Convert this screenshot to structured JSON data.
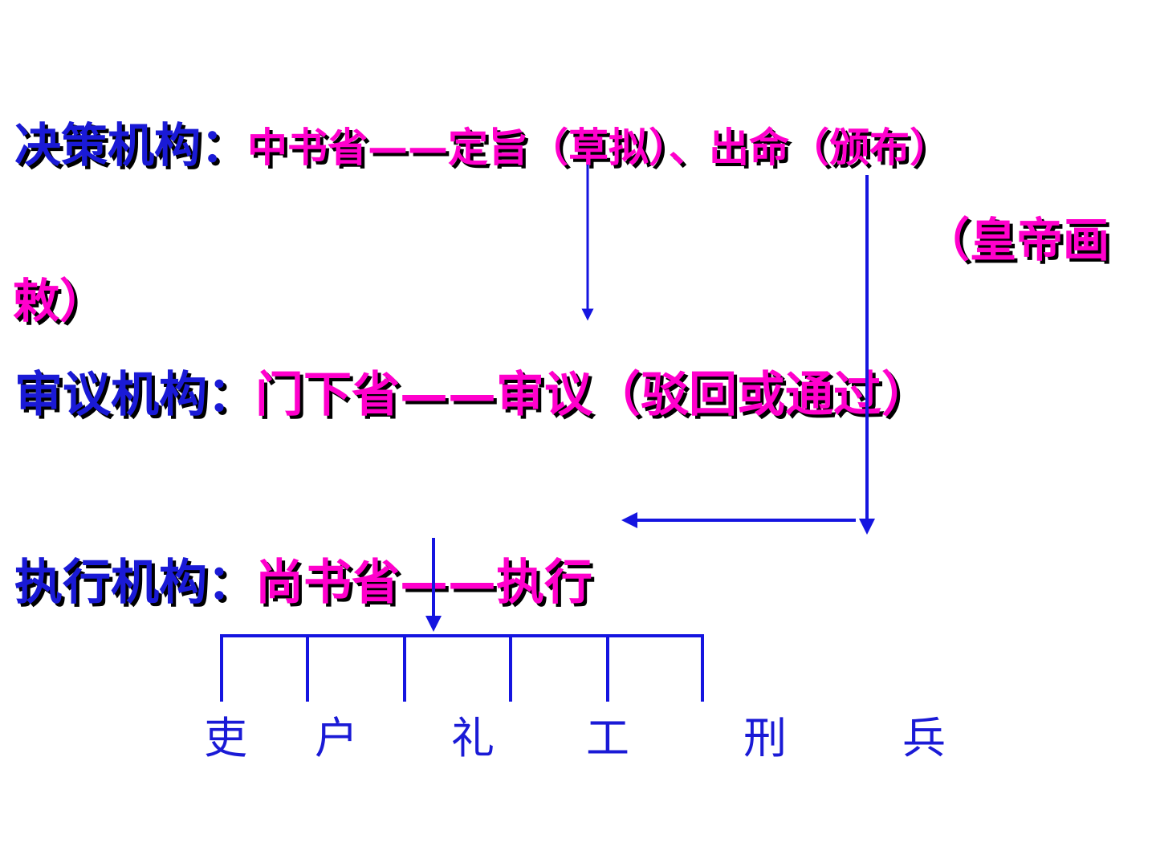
{
  "rows": {
    "decision": {
      "label": "决策机构：",
      "content": "中书省——定旨（草拟）、出命（颁布）"
    },
    "emperor_a": "（皇帝画",
    "emperor_b": "敕）",
    "review": {
      "label": "审议机构：",
      "content": "门下省——审议（驳回或通过）"
    },
    "execute": {
      "label": "执行机构：",
      "content": "尚书省——执行"
    }
  },
  "ministries": [
    "吏",
    "户",
    "礼",
    "工",
    "刑",
    "兵"
  ],
  "colors": {
    "label": "#1a1ad6",
    "content": "#ff00cc",
    "shadow": "#000000",
    "line": "#1515e0"
  }
}
